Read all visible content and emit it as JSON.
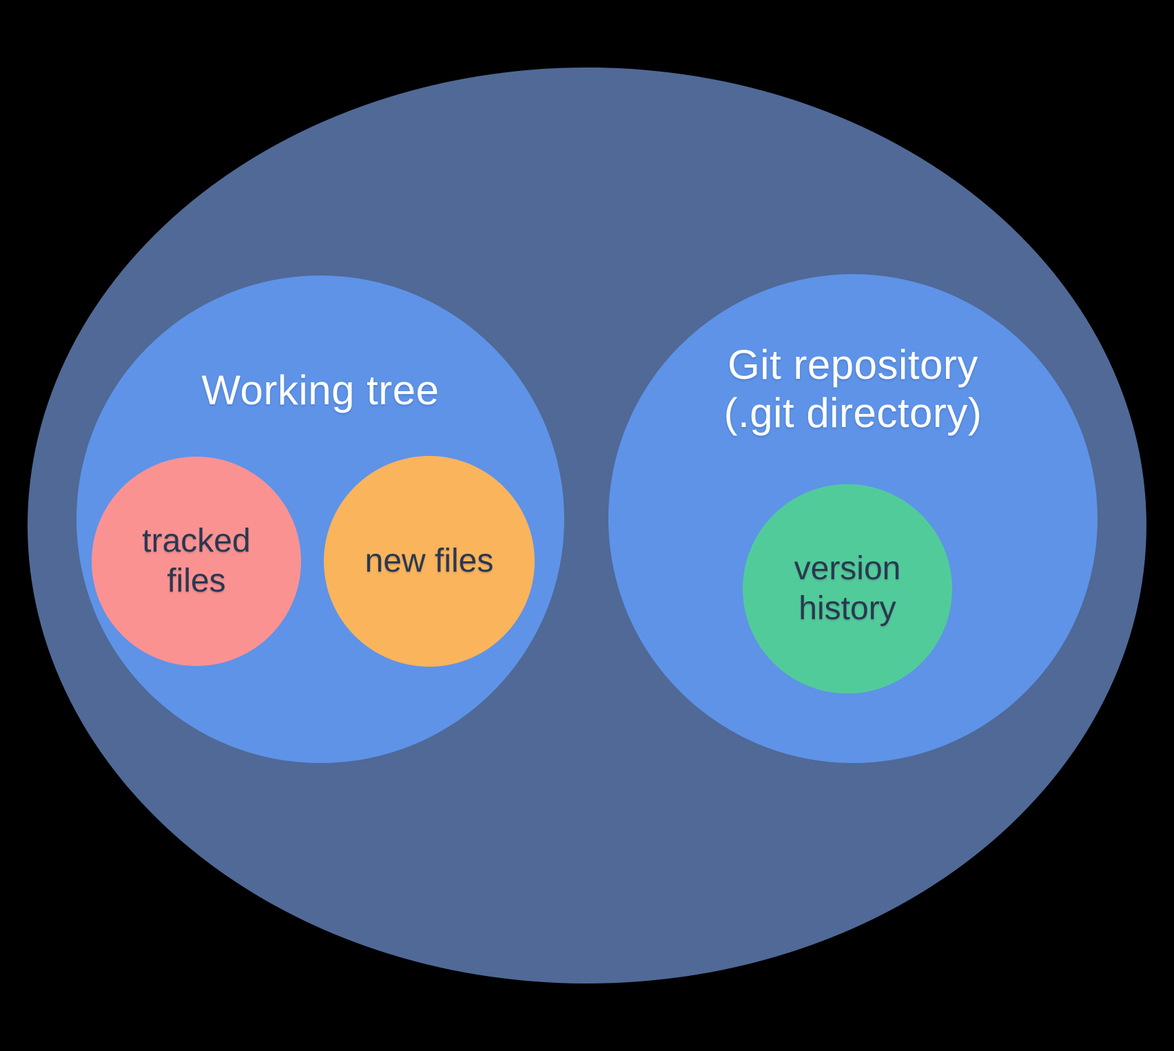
{
  "colors": {
    "canvas_background": "#000000",
    "outer_ellipse": "#506996",
    "inner_circle_blue": "#5E93E8",
    "tracked_files_pink": "#FA9292",
    "new_files_orange": "#FAB45C",
    "version_history_green": "#52CB9A",
    "title_text": "#FFFFFF",
    "label_text": "#2A3850"
  },
  "working_tree": {
    "title": "Working tree",
    "children": {
      "tracked_files": {
        "label": "tracked files"
      },
      "new_files": {
        "label": "new files"
      }
    }
  },
  "git_repository": {
    "title_line1": "Git repository",
    "title_line2": "(.git directory)",
    "children": {
      "version_history": {
        "label": "version history"
      }
    }
  }
}
